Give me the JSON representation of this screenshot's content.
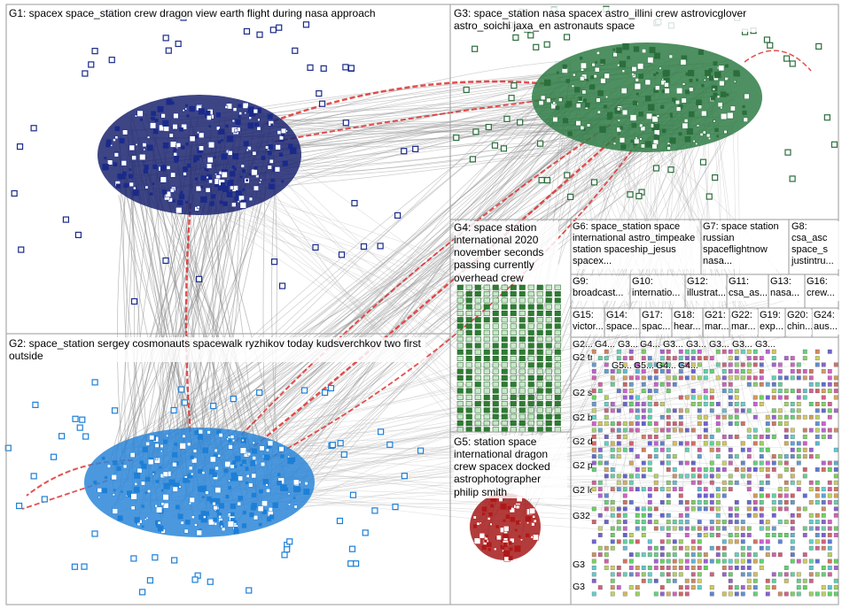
{
  "groups": [
    {
      "id": "G1",
      "label": "G1: spacex space_station crew dragon view earth flight during nasa approach",
      "color": "#1a2a8a"
    },
    {
      "id": "G2",
      "label": "G2: space_station sergey cosmonauts spacewalk ryzhikov today kudsverchkov two first outside",
      "color": "#1e7fd6"
    },
    {
      "id": "G3",
      "label": "G3: space_station nasa spacex astro_illini crew astrovicglover astro_soichi jaxa_en astronauts space",
      "color": "#2b6e3c"
    },
    {
      "id": "G4",
      "label": "G4: space station international 2020 november seconds passing currently overhead crew",
      "color": "#3da03d"
    },
    {
      "id": "G5",
      "label": "G5: station space international dragon crew spacex docked astrophotographer philip smith",
      "color": "#b01818"
    },
    {
      "id": "G6",
      "label": "G6: space_station space international astro_timpeake station spaceship_jesus spacex...",
      "color": "#7a7a7a"
    },
    {
      "id": "G7",
      "label": "G7: space station russian spaceflightnow nasa...",
      "color": "#8a8a8a"
    },
    {
      "id": "G8",
      "label": "G8: csa_asc space_s justintru...",
      "color": "#8a8a8a"
    },
    {
      "id": "G9",
      "label": "G9: broadcast...",
      "color": "#8a8a8a"
    },
    {
      "id": "G10",
      "label": "G10: internatio...",
      "color": "#8a8a8a"
    },
    {
      "id": "G12",
      "label": "G12: illustrat...",
      "color": "#8a8a8a"
    },
    {
      "id": "G11",
      "label": "G11: csa_as...",
      "color": "#8a8a8a"
    },
    {
      "id": "G13",
      "label": "G13: nasa...",
      "color": "#8a8a8a"
    },
    {
      "id": "G16",
      "label": "G16: crew...",
      "color": "#8a8a8a"
    },
    {
      "id": "G15",
      "label": "G15: victor...",
      "color": "#8a8a8a"
    },
    {
      "id": "G14",
      "label": "G14: space...",
      "color": "#8a8a8a"
    },
    {
      "id": "G17",
      "label": "G17: spac...",
      "color": "#8a8a8a"
    },
    {
      "id": "G18",
      "label": "G18: hear...",
      "color": "#8a8a8a"
    },
    {
      "id": "G21",
      "label": "G21: mar...",
      "color": "#8a8a8a"
    },
    {
      "id": "G22",
      "label": "G22: mar...",
      "color": "#8a8a8a"
    },
    {
      "id": "G19",
      "label": "G19: exp...",
      "color": "#8a8a8a"
    },
    {
      "id": "G20",
      "label": "G20: chin...",
      "color": "#8a8a8a"
    },
    {
      "id": "G24",
      "label": "G24: aus...",
      "color": "#8a8a8a"
    }
  ],
  "small_groups": [
    {
      "label": "G2..."
    },
    {
      "label": "G4..."
    },
    {
      "label": "G3..."
    },
    {
      "label": "G4..."
    },
    {
      "label": "G3..."
    },
    {
      "label": "G3..."
    },
    {
      "label": "G3..."
    },
    {
      "label": "G3..."
    },
    {
      "label": "G3..."
    },
    {
      "label": "G2 tra"
    },
    {
      "label": "G5..."
    },
    {
      "label": "G5..."
    },
    {
      "label": "G4..."
    },
    {
      "label": "G4..."
    },
    {
      "label": "G2 sp"
    },
    {
      "label": "G2 ba"
    },
    {
      "label": "G2 da"
    },
    {
      "label": "G2 pe"
    },
    {
      "label": "G2 loa"
    },
    {
      "label": "G32"
    },
    {
      "label": "G3"
    },
    {
      "label": "G3"
    }
  ],
  "colors": {
    "edge_gray": "#8f8f8f",
    "edge_red": "#e03030",
    "edge_light": "#bdbdbd",
    "frame": "#9a9a9a"
  }
}
